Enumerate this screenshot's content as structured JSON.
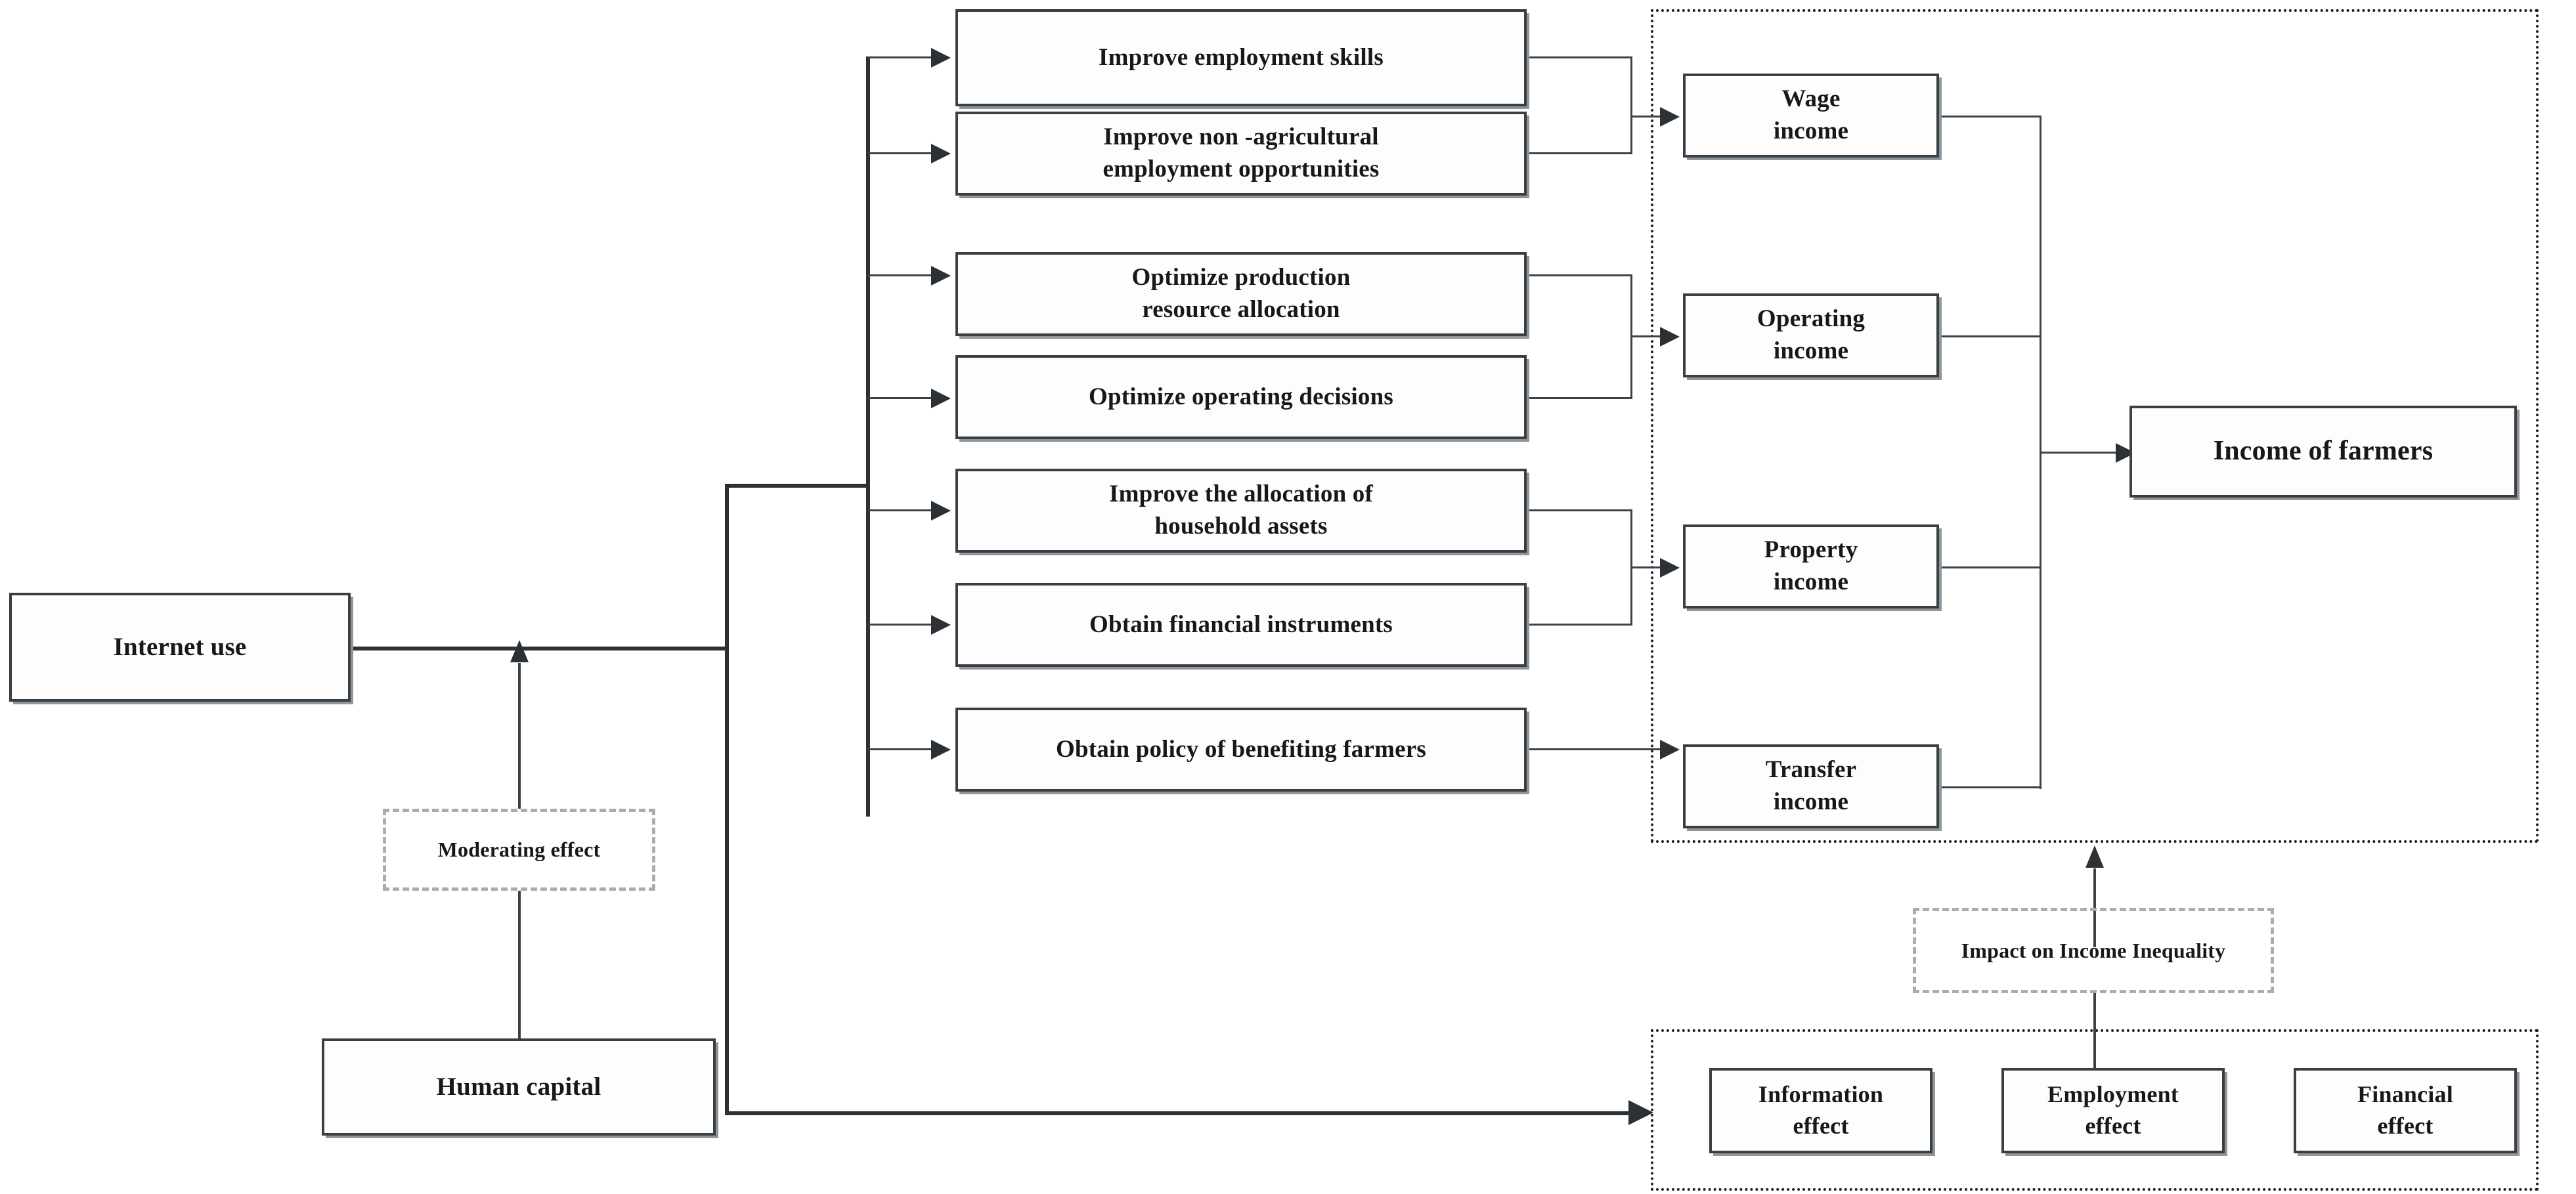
{
  "figure": {
    "title": "Conceptual framework: Internet use and farmers' income",
    "accent_color": "#2c3136",
    "box_border_color": "#3a3f44",
    "moderator_border_color": "#a9adb1",
    "group_border_color": "#1d2023",
    "background": "#ffffff"
  },
  "drivers": [
    {
      "id": "internet-use",
      "label": "Internet use"
    },
    {
      "id": "human-capital",
      "label": "Human capital"
    }
  ],
  "moderators": [
    {
      "id": "moderating-effect",
      "label": "Moderating effect"
    },
    {
      "id": "impact-on-income-inequality",
      "label": "Impact on Income Inequality"
    }
  ],
  "mediators": [
    {
      "id": "improve-employment-skills",
      "label": "Improve employment skills"
    },
    {
      "id": "improve-non-agricultural-employment",
      "label": "Improve non -agricultural\nemployment opportunities"
    },
    {
      "id": "optimize-production-resource",
      "label": "Optimize production\nresource allocation"
    },
    {
      "id": "optimize-operating-decisions",
      "label": "Optimize operating decisions"
    },
    {
      "id": "improve-household-assets",
      "label": "Improve the allocation of\nhousehold assets"
    },
    {
      "id": "obtain-financial-instruments",
      "label": "Obtain financial instruments"
    },
    {
      "id": "obtain-policy-benefiting-farmers",
      "label": "Obtain policy of benefiting farmers"
    }
  ],
  "incomes": [
    {
      "id": "wage-income",
      "label": "Wage\nincome"
    },
    {
      "id": "operating-income",
      "label": "Operating\nincome"
    },
    {
      "id": "property-income",
      "label": "Property\nincome"
    },
    {
      "id": "transfer-income",
      "label": "Transfer\nincome"
    }
  ],
  "outcome": {
    "id": "income-of-farmers",
    "label": "Income of farmers"
  },
  "effects": [
    {
      "id": "information-effect",
      "label": "Information\neffect"
    },
    {
      "id": "employment-effect",
      "label": "Employment\neffect"
    },
    {
      "id": "financial-effect",
      "label": "Financial\neffect"
    }
  ]
}
